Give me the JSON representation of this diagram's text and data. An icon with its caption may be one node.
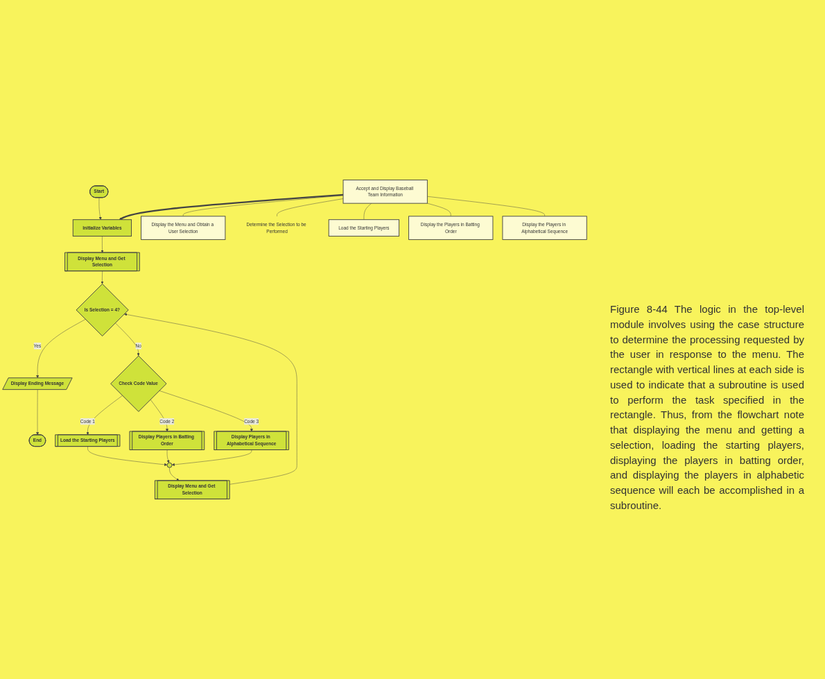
{
  "diagram": {
    "caption": "Figure 8-44 The logic in the top-level module involves using the case structure to determine the processing requested by the user in response to the menu. The rectangle with vertical lines at each side is used to indicate that a subroutine is used to perform the task specified in the rectangle. Thus, from the flowchart note that displaying the menu and getting a selection, loading the starting players, displaying the players in batting order, and displaying the players in alphabetic sequence will each be accomplished in a subroutine.",
    "nodes": [
      {
        "text": [
          "Start"
        ]
      },
      {
        "text": [
          "Initialize Variables"
        ]
      },
      {
        "text": [
          "Display Menu and Get Selection"
        ]
      },
      {
        "text": [
          "Is Selection = 4?"
        ]
      },
      {
        "text": [
          "Display Ending Message"
        ]
      },
      {
        "text": [
          "End"
        ]
      },
      {
        "text": [
          "Check Code Value"
        ]
      },
      {
        "text": [
          "Load the Starting Players"
        ]
      },
      {
        "text": [
          "Display Players in Batting Order"
        ]
      },
      {
        "text": [
          "Display Players in Alphabetical Sequence"
        ]
      },
      {
        "text": [],
        "shape": "circle"
      },
      {
        "text": [
          "Display Menu and Get Selection"
        ]
      },
      {
        "text": [
          "Accept and Display Baseball Team Information"
        ]
      },
      {
        "text": [
          "Display the Menu and Obtain a User Selection"
        ]
      },
      {
        "text": [
          "Determine the Selection to be Performed"
        ]
      },
      {
        "text": [
          "Load the Starting Players"
        ]
      },
      {
        "text": [
          "Display the Players in Batting Order"
        ]
      },
      {
        "text": [
          "Display the Players in Alphabetical Sequence"
        ]
      }
    ],
    "edges": [
      {
        "from": 0,
        "to": 1,
        "arrow": "to"
      },
      {
        "from": 1,
        "to": 2,
        "arrow": "to"
      },
      {
        "from": 2,
        "to": 3,
        "arrow": "to"
      },
      {
        "from": 3,
        "to": 4,
        "arrow": "to",
        "label": "Yes"
      },
      {
        "from": 4,
        "to": 5,
        "arrow": "to"
      },
      {
        "from": 3,
        "to": 6,
        "arrow": "to",
        "label": "No"
      },
      {
        "from": 6,
        "to": 7,
        "arrow": "to",
        "label": "Code 1"
      },
      {
        "from": 6,
        "to": 8,
        "arrow": "to",
        "label": "Code 2"
      },
      {
        "from": 6,
        "to": 9,
        "arrow": "to",
        "label": "Code 3"
      },
      {
        "from": 7,
        "to": 10,
        "arrow": "to"
      },
      {
        "from": 8,
        "to": 10,
        "arrow": "to"
      },
      {
        "from": 9,
        "to": 10,
        "arrow": "to"
      },
      {
        "from": 10,
        "to": 11,
        "arrow": "to"
      },
      {
        "from": 11,
        "to": 3,
        "arrow": "to"
      },
      {
        "from": 12,
        "to": 13,
        "arrow": "none"
      },
      {
        "from": 12,
        "to": 14,
        "arrow": "none"
      },
      {
        "from": 12,
        "to": 15,
        "arrow": "none"
      },
      {
        "from": 12,
        "to": 16,
        "arrow": "none"
      },
      {
        "from": 12,
        "to": 17,
        "arrow": "none"
      },
      {
        "from": 12,
        "to": 1,
        "arrow": "to",
        "style": "thick"
      }
    ]
  }
}
